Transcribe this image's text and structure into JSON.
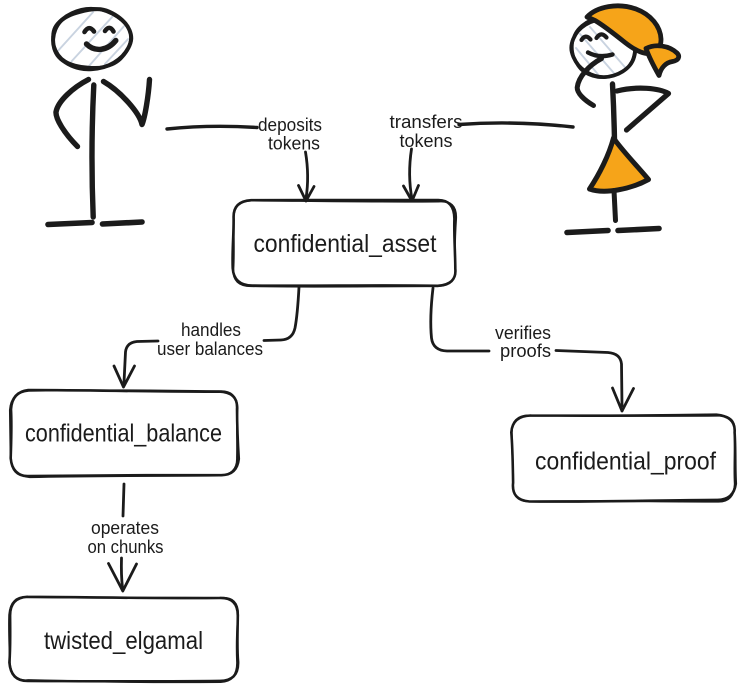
{
  "style": {
    "background": "#ffffff",
    "stroke_color": "#1b1b1b",
    "accent_color": "#f6a419",
    "hatch_color": "#c9d3e0"
  },
  "actors": [
    {
      "id": "depositor",
      "kind": "stick-figure-man"
    },
    {
      "id": "transferrer",
      "kind": "stick-figure-woman"
    }
  ],
  "nodes": [
    {
      "id": "confidential_asset",
      "label": "confidential_asset"
    },
    {
      "id": "confidential_balance",
      "label": "confidential_balance"
    },
    {
      "id": "confidential_proof",
      "label": "confidential_proof"
    },
    {
      "id": "twisted_elgamal",
      "label": "twisted_elgamal"
    }
  ],
  "edges": [
    {
      "from": "depositor",
      "to": "confidential_asset",
      "label": [
        "deposits",
        "tokens"
      ]
    },
    {
      "from": "transferrer",
      "to": "confidential_asset",
      "label": [
        "transfers",
        "tokens"
      ]
    },
    {
      "from": "confidential_asset",
      "to": "confidential_balance",
      "label": [
        "handles",
        "user balances"
      ]
    },
    {
      "from": "confidential_asset",
      "to": "confidential_proof",
      "label": [
        "verifies",
        "proofs"
      ]
    },
    {
      "from": "confidential_balance",
      "to": "twisted_elgamal",
      "label": [
        "operates",
        "on chunks"
      ]
    }
  ]
}
